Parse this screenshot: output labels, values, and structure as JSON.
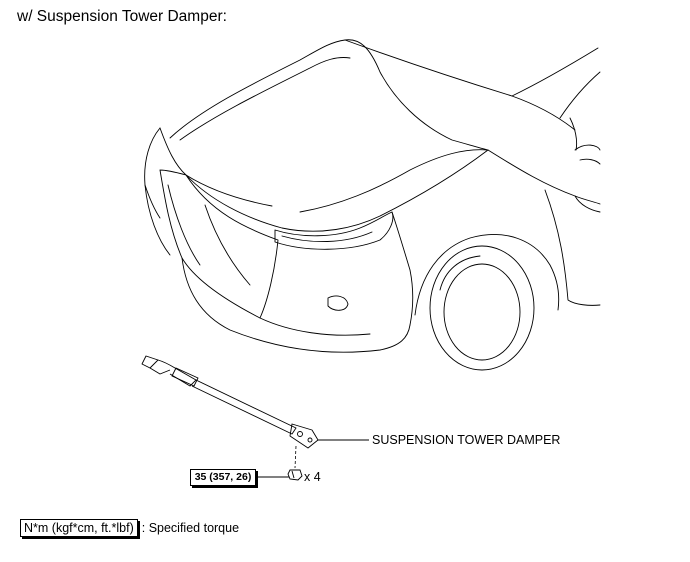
{
  "heading": "w/ Suspension Tower Damper:",
  "callout": {
    "part_label": "SUSPENSION TOWER DAMPER"
  },
  "torque": {
    "value": "35 (357, 26)",
    "quantity": "x 4"
  },
  "legend": {
    "key": "N*m (kgf*cm, ft.*lbf)",
    "description": ": Specified torque"
  }
}
